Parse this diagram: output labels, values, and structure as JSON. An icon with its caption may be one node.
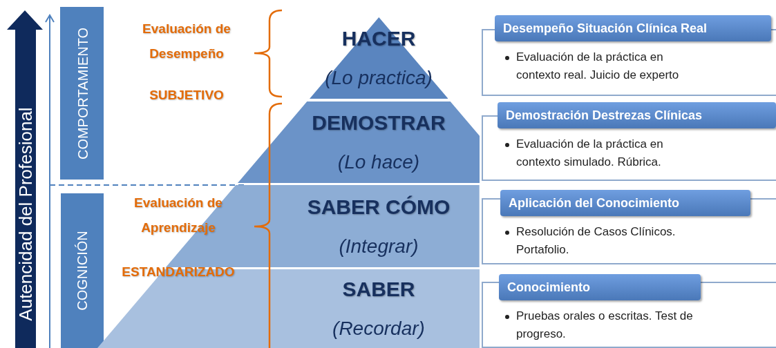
{
  "diagram": {
    "nodes": [
      {
        "text": [
          "COMPORTAMIENTO"
        ]
      },
      {
        "text": [
          "COGNICIÓN"
        ]
      },
      {
        "text": [
          "HACER",
          "(Lo practica)"
        ]
      },
      {
        "text": [
          "DEMOSTRAR",
          "(Lo hace)"
        ]
      },
      {
        "text": [
          "SABER CÓMO",
          "(Integrar)"
        ]
      },
      {
        "text": [
          "SABER",
          "(Recordar)"
        ]
      },
      {
        "text": [
          "Desempeño Situación Clínica Real",
          "Evaluación de la práctica en contexto real. Juicio de experto"
        ]
      },
      {
        "text": [
          "Demostración Destrezas Clínicas",
          "Evaluación de la práctica en contexto simulado.  Rúbrica."
        ]
      },
      {
        "text": [
          "Aplicación del Conocimiento",
          "Resolución de Casos Clínicos. Portafolio."
        ]
      },
      {
        "text": [
          "Conocimiento",
          "Pruebas orales o escritas. Test de progreso."
        ]
      }
    ],
    "labels": [
      "Autencidad del Profesional",
      "Evaluación de Desempeño",
      "SUBJETIVO",
      "Evaluación de Aprendizaje",
      "ESTANDARIZADO"
    ]
  }
}
